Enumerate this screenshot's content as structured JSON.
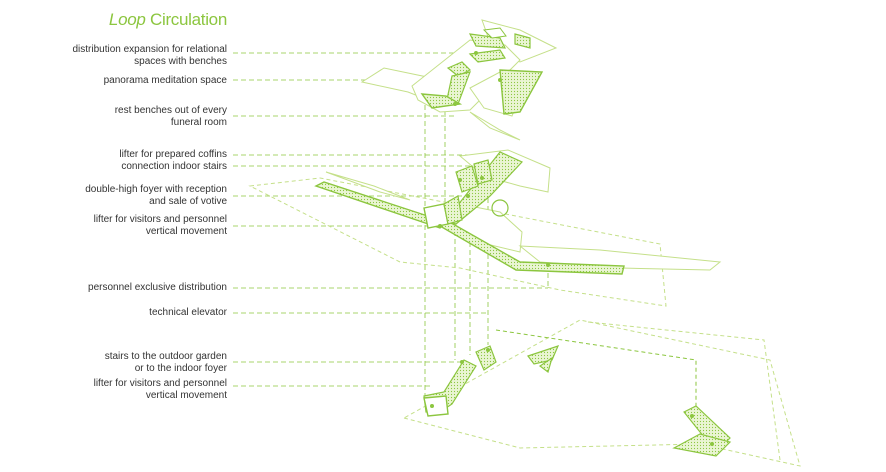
{
  "title": {
    "emphasis": "Loop",
    "rest": "Circulation"
  },
  "colors": {
    "accent": "#8cc63f",
    "accent_light": "#c5e08a",
    "fill_light": "#eaf5d3",
    "text": "#333333"
  },
  "annotations": [
    {
      "id": "distribution-expansion",
      "lines": [
        "distribution expansion for relational",
        "spaces with benches"
      ]
    },
    {
      "id": "panorama-meditation",
      "lines": [
        "panorama meditation space"
      ]
    },
    {
      "id": "rest-benches",
      "lines": [
        "rest benches out of every",
        "funeral room"
      ]
    },
    {
      "id": "lifter-coffins",
      "lines": [
        "lifter for prepared coffins"
      ]
    },
    {
      "id": "connection-stairs",
      "lines": [
        "connection indoor stairs"
      ]
    },
    {
      "id": "double-high-foyer",
      "lines": [
        "double-high foyer with reception",
        "and sale of votive"
      ]
    },
    {
      "id": "lifter-visitors-upper",
      "lines": [
        "lifter for visitors and personnel",
        "vertical movement"
      ]
    },
    {
      "id": "personnel-distribution",
      "lines": [
        "personnel exclusive distribution"
      ]
    },
    {
      "id": "technical-elevator",
      "lines": [
        "technical elevator"
      ]
    },
    {
      "id": "stairs-outdoor-garden",
      "lines": [
        "stairs to the outdoor garden",
        "or to the indoor foyer"
      ]
    },
    {
      "id": "lifter-visitors-lower",
      "lines": [
        "lifter for visitors and personnel",
        "vertical movement"
      ]
    }
  ]
}
